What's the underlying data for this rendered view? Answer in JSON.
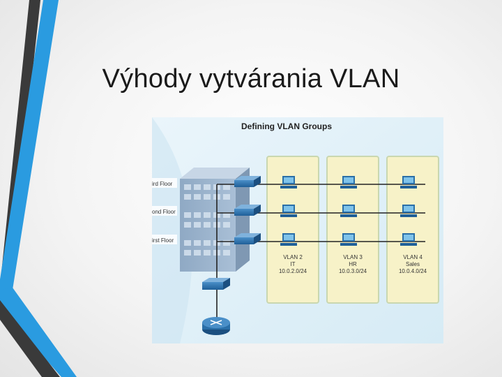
{
  "slide": {
    "title": "Výhody vytvárania VLAN"
  },
  "figure": {
    "heading": "Defining VLAN Groups",
    "floor_labels": [
      "ird Floor",
      "ond Floor",
      "irst Floor"
    ],
    "vlans": [
      {
        "name": "VLAN 2",
        "dept": "IT",
        "subnet": "10.0.2.0/24"
      },
      {
        "name": "VLAN 3",
        "dept": "HR",
        "subnet": "10.0.3.0/24"
      },
      {
        "name": "VLAN 4",
        "dept": "Sales",
        "subnet": "10.0.4.0/24"
      }
    ],
    "icons": {
      "switch": "switch-icon",
      "router": "router-icon",
      "pc": "pc-icon",
      "building": "building-icon"
    },
    "colors": {
      "vlan_panel": "#f7f2c8",
      "panel_border": "#c9d7b0",
      "device_blue": "#2a6fa8",
      "background": "#e3f1f8"
    }
  }
}
